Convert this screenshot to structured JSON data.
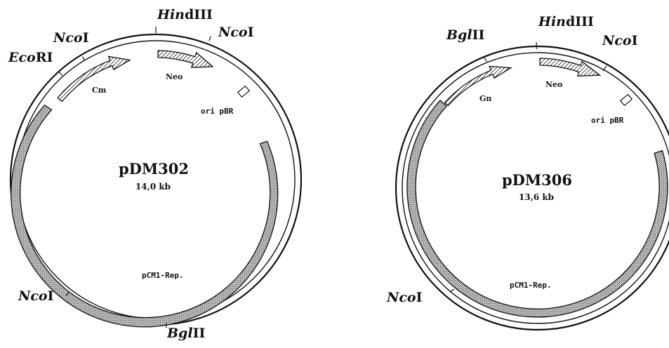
{
  "plasmids": [
    {
      "name": "pDM302",
      "size": "14,0 kb",
      "sites": [
        {
          "id": "ecori",
          "prefix": "Eco",
          "suffix": "RI"
        },
        {
          "id": "ncoi-cm",
          "prefix": "Nco",
          "suffix": "I"
        },
        {
          "id": "hindiii",
          "prefix": "Hin",
          "suffix": "dIII"
        },
        {
          "id": "ncoi-neo",
          "prefix": "Nco",
          "suffix": "I"
        },
        {
          "id": "ncoi-left",
          "prefix": "Nco",
          "suffix": "I"
        },
        {
          "id": "bglii",
          "prefix": "Bgl",
          "suffix": "II"
        }
      ],
      "genes": {
        "marker": "Cm",
        "neo": "Neo",
        "ori": "ori pBR",
        "rep": "pCM1-Rep."
      }
    },
    {
      "name": "pDM306",
      "size": "13,6 kb",
      "sites": [
        {
          "id": "bglii",
          "prefix": "Bgl",
          "suffix": "II"
        },
        {
          "id": "hindiii",
          "prefix": "Hin",
          "suffix": "dIII"
        },
        {
          "id": "ncoi-neo",
          "prefix": "Nco",
          "suffix": "I"
        },
        {
          "id": "ncoi-left",
          "prefix": "Nco",
          "suffix": "I"
        }
      ],
      "genes": {
        "marker": "Gn",
        "neo": "Neo",
        "ori": "ori pBR",
        "rep": "pCM1-Rep."
      }
    }
  ]
}
